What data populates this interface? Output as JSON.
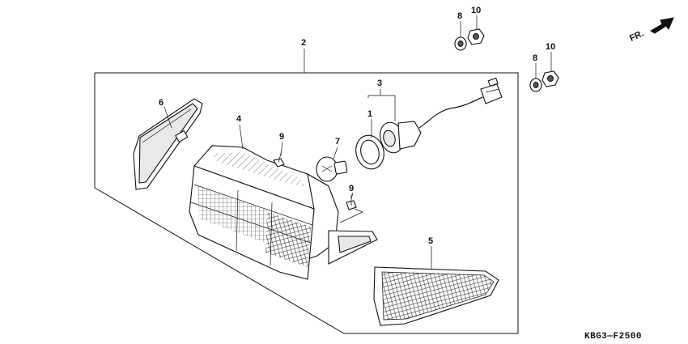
{
  "diagram": {
    "callouts": {
      "c1": "1",
      "c2": "2",
      "c3": "3",
      "c4": "4",
      "c5": "5",
      "c6": "6",
      "c7": "7",
      "c8a": "8",
      "c8b": "8",
      "c9a": "9",
      "c9b": "9",
      "c10a": "10",
      "c10b": "10"
    },
    "direction_label": "FR.",
    "figure_code": "KBG3—F2500"
  }
}
